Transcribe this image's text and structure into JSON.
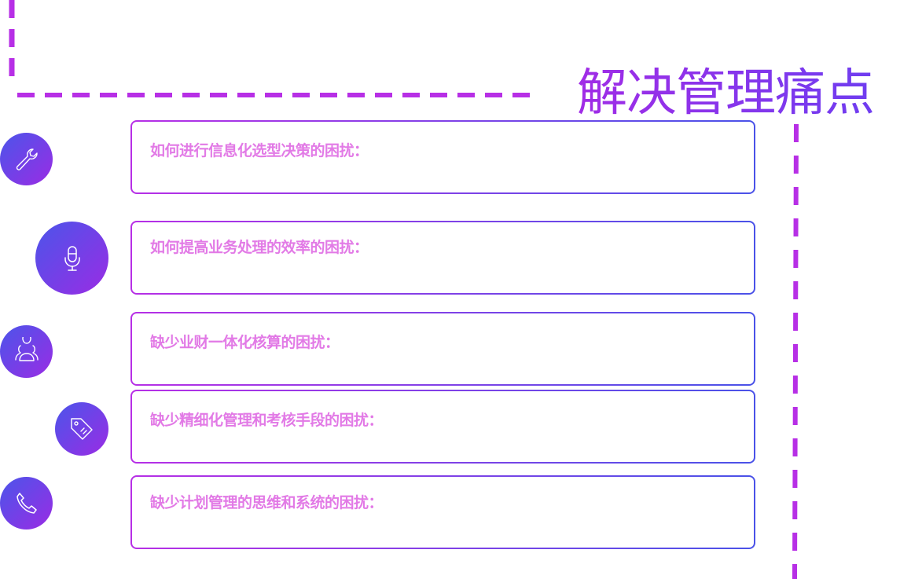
{
  "slide": {
    "title": "解决管理痛点",
    "accent_color": "#b72fe6",
    "secondary_color": "#4a52e8",
    "label_color": "#e27ae6"
  },
  "items": [
    {
      "label": "如何进行信息化选型决策的困扰：",
      "icon": "wrench-icon"
    },
    {
      "label": "如何提高业务处理的效率的困扰：",
      "icon": "microphone-icon"
    },
    {
      "label": "缺少业财一体化核算的困扰：",
      "icon": "users-icon"
    },
    {
      "label": "缺少精细化管理和考核手段的困扰：",
      "icon": "tag-icon"
    },
    {
      "label": "缺少计划管理的思维和系统的困扰：",
      "icon": "phone-icon"
    }
  ]
}
